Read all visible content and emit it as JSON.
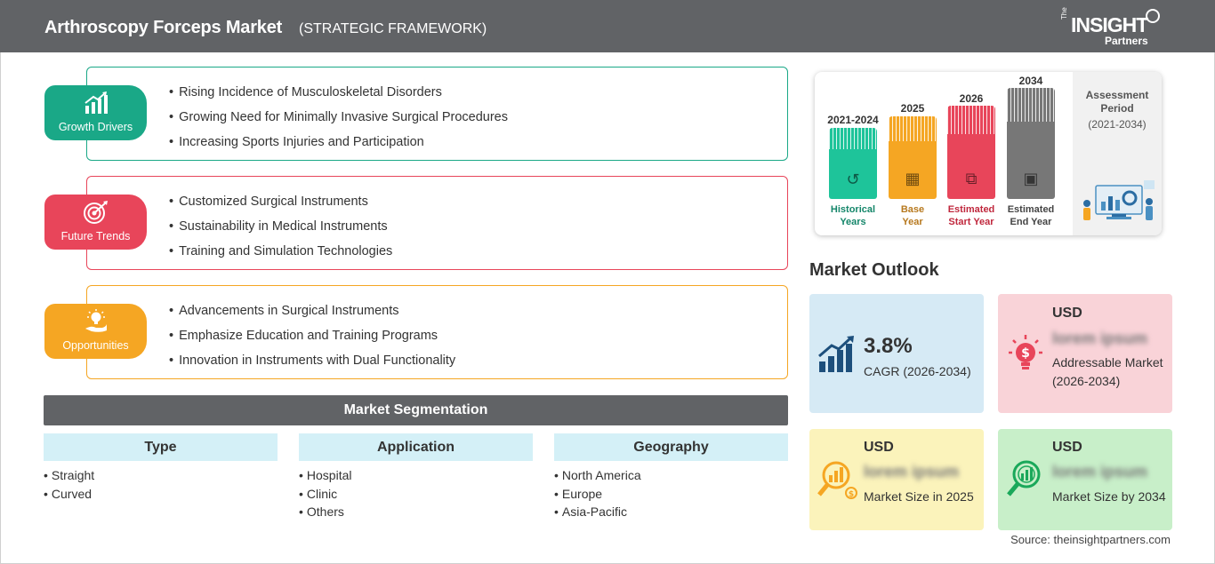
{
  "header": {
    "title": "Arthroscopy Forceps Market",
    "subtitle": "(STRATEGIC FRAMEWORK)",
    "logo": {
      "the": "The",
      "brand": "INSIGHT",
      "partners": "Partners"
    }
  },
  "drivers": [
    {
      "label": "Growth Drivers",
      "color": "#1aa887",
      "icon": "growth-chart-icon",
      "items": [
        "Rising Incidence of Musculoskeletal Disorders",
        "Growing Need for Minimally Invasive Surgical Procedures",
        "Increasing Sports Injuries and Participation"
      ]
    },
    {
      "label": "Future Trends",
      "color": "#e8455a",
      "icon": "target-icon",
      "items": [
        "Customized Surgical Instruments",
        "Sustainability in Medical Instruments",
        "Training and Simulation Technologies"
      ]
    },
    {
      "label": "Opportunities",
      "color": "#f5a623",
      "icon": "lightbulb-hand-icon",
      "items": [
        "Advancements in Surgical Instruments",
        "Emphasize Education and Training Programs",
        "Innovation in Instruments with Dual Functionality"
      ]
    }
  ],
  "segmentation": {
    "title": "Market Segmentation",
    "columns": [
      {
        "header": "Type",
        "items": [
          "Straight",
          "Curved"
        ]
      },
      {
        "header": "Application",
        "items": [
          "Hospital",
          "Clinic",
          "Others"
        ]
      },
      {
        "header": "Geography",
        "items": [
          "North America",
          "Europe",
          "Asia-Pacific"
        ]
      }
    ]
  },
  "timeline": {
    "bars": [
      {
        "year": "2021-2024",
        "label_line1": "Historical",
        "label_line2": "Years",
        "color": "#1ec49a",
        "text_color": "#15866a",
        "icon": "history-icon"
      },
      {
        "year": "2025",
        "label_line1": "Base",
        "label_line2": "Year",
        "color": "#f5a623",
        "text_color": "#b7791f",
        "icon": "calendar-icon"
      },
      {
        "year": "2026",
        "label_line1": "Estimated",
        "label_line2": "Start Year",
        "color": "#e8455a",
        "text_color": "#c0283d",
        "icon": "presentation-icon"
      },
      {
        "year": "2034",
        "label_line1": "Estimated",
        "label_line2": "End Year",
        "color": "#777777",
        "text_color": "#444444",
        "icon": "monitor-chart-icon"
      }
    ],
    "assessment_title_line1": "Assessment",
    "assessment_title_line2": "Period",
    "assessment_period": "(2021-2034)"
  },
  "outlook": {
    "title": "Market Outlook",
    "cagr": {
      "value": "3.8%",
      "label": "CAGR (2026-2034)",
      "color": "#d6eaf5",
      "icon": "growth-bars-icon"
    },
    "addressable": {
      "usd": "USD",
      "value": "lorem ipsum",
      "label": "Addressable Market (2026-2034)",
      "color": "#f9d3d8",
      "icon": "dollar-bulb-icon"
    },
    "size_2025": {
      "usd": "USD",
      "value": "lorem ipsum",
      "label": "Market Size in 2025",
      "color": "#fbf3bb",
      "icon": "magnifier-chart-icon"
    },
    "size_2034": {
      "usd": "USD",
      "value": "lorem ipsum",
      "label": "Market Size by 2034",
      "color": "#c8efc9",
      "icon": "magnifier-dollar-icon"
    }
  },
  "source": "Source: theinsightpartners.com"
}
